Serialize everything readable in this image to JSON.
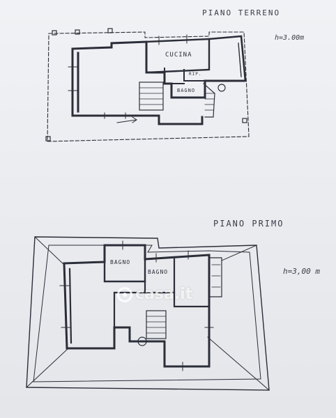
{
  "ground_floor": {
    "title": "PIANO TERRENO",
    "height": "h=3.00m",
    "rooms": {
      "kitchen": "CUCINA",
      "storage": "RIP.",
      "bathroom": "BAGNO"
    }
  },
  "first_floor": {
    "title": "PIANO PRIMO",
    "height": "h=3,00 m",
    "rooms": {
      "bathroom_1": "BAGNO",
      "bathroom_2": "BAGNO"
    }
  },
  "watermark": {
    "text": "casa.it"
  },
  "colors": {
    "ink": "#2b2e38",
    "paper": "#eef0f3"
  }
}
